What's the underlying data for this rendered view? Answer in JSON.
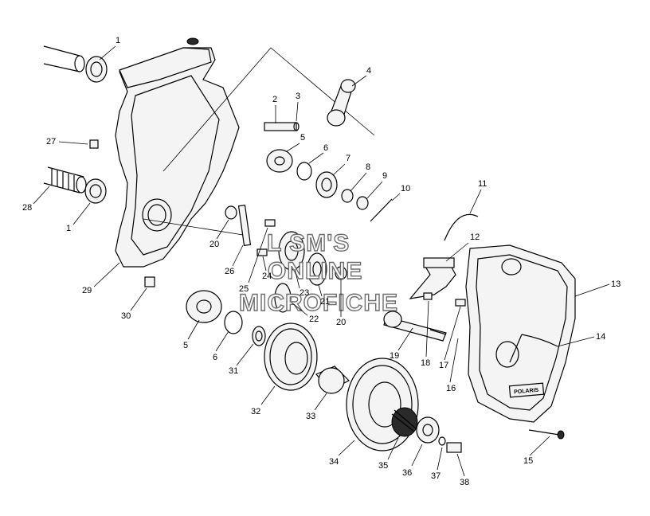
{
  "watermark": {
    "line1": "L SM'S",
    "line2": "ONLINE",
    "line3": "MICROFICHE"
  },
  "brand_plate": "POLARIS",
  "callouts": [
    "1",
    "1",
    "2",
    "3",
    "4",
    "5",
    "5",
    "6",
    "6",
    "7",
    "8",
    "9",
    "10",
    "11",
    "12",
    "13",
    "14",
    "15",
    "16",
    "17",
    "18",
    "19",
    "20",
    "20",
    "21",
    "22",
    "23",
    "24",
    "25",
    "26",
    "27",
    "28",
    "29",
    "30",
    "31",
    "32",
    "33",
    "34",
    "35",
    "36",
    "37",
    "38"
  ]
}
